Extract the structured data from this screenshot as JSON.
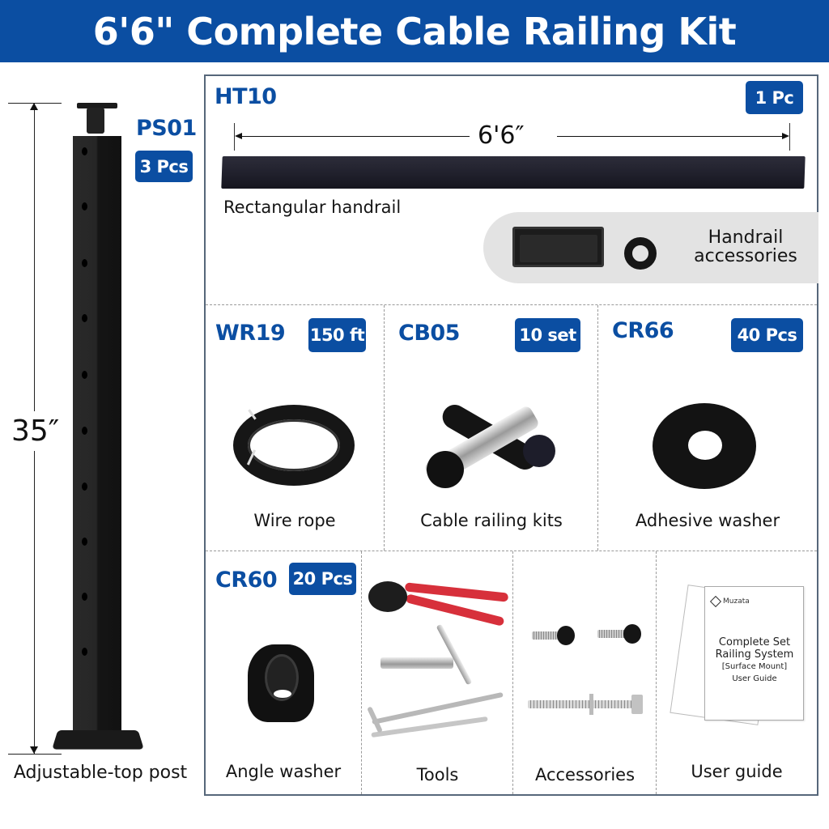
{
  "header": {
    "title": "6'6\" Complete Cable Railing Kit",
    "background_color": "#0b4ea2",
    "text_color": "#ffffff"
  },
  "post": {
    "code": "PS01",
    "quantity": "3 Pcs",
    "height_dimension": "35″",
    "label": "Adjustable-top post"
  },
  "handrail": {
    "code": "HT10",
    "quantity": "1 Pc",
    "length_dimension": "6'6″",
    "label": "Rectangular handrail",
    "accessories_label_line1": "Handrail",
    "accessories_label_line2": "accessories"
  },
  "row2": [
    {
      "code": "WR19",
      "quantity": "150 ft",
      "label": "Wire rope"
    },
    {
      "code": "CB05",
      "quantity": "10 set",
      "label": "Cable railing kits"
    },
    {
      "code": "CR66",
      "quantity": "40 Pcs",
      "label": "Adhesive washer"
    }
  ],
  "row3": [
    {
      "code": "CR60",
      "quantity": "20 Pcs",
      "label": "Angle washer"
    },
    {
      "label": "Tools"
    },
    {
      "label": "Accessories"
    },
    {
      "label": "User guide"
    }
  ],
  "user_guide_cover": {
    "brand": "Muzata",
    "line1": "Complete Set",
    "line2": "Railing System",
    "line3": "[Surface Mount]",
    "line4": "User Guide"
  },
  "colors": {
    "accent_blue": "#0b4ea2",
    "panel_border": "#56677a",
    "divider_dashed": "#9a9a9a",
    "accessory_pill": "#e3e3e3",
    "cutter_handle_red": "#d7303b"
  }
}
